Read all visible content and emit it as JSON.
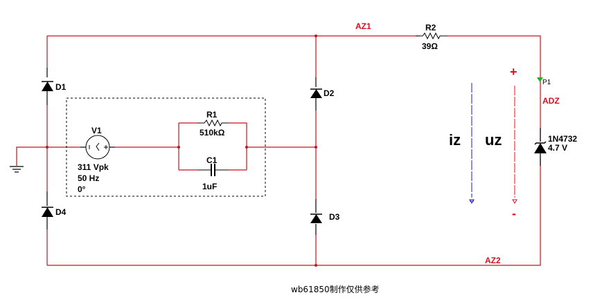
{
  "colors": {
    "wire": "#c8101e",
    "net_label": "#d9101e",
    "component": "#000000",
    "probe_current": "#1a1ab4",
    "probe_voltage": "#d9101e",
    "probe_marker": "#22b022"
  },
  "components": {
    "D1": {
      "ref": "D1"
    },
    "D2": {
      "ref": "D2"
    },
    "D3": {
      "ref": "D3"
    },
    "D4": {
      "ref": "D4"
    },
    "V1": {
      "ref": "V1",
      "amplitude": "311 Vpk",
      "frequency": "50 Hz",
      "phase": "0°"
    },
    "R1": {
      "ref": "R1",
      "value": "510kΩ"
    },
    "C1": {
      "ref": "C1",
      "value": "1uF"
    },
    "R2": {
      "ref": "R2",
      "value": "39Ω"
    },
    "DZ": {
      "model": "1N4732",
      "voltage": "4.7 V"
    }
  },
  "nets": {
    "az1": "AZ1",
    "az2": "AZ2",
    "adz": "ADZ"
  },
  "probe": {
    "label": "P1"
  },
  "annotations": {
    "current_label": "iz",
    "voltage_label": "uz",
    "plus": "+",
    "minus": "-"
  },
  "caption": "wb61850制作仅供参考"
}
